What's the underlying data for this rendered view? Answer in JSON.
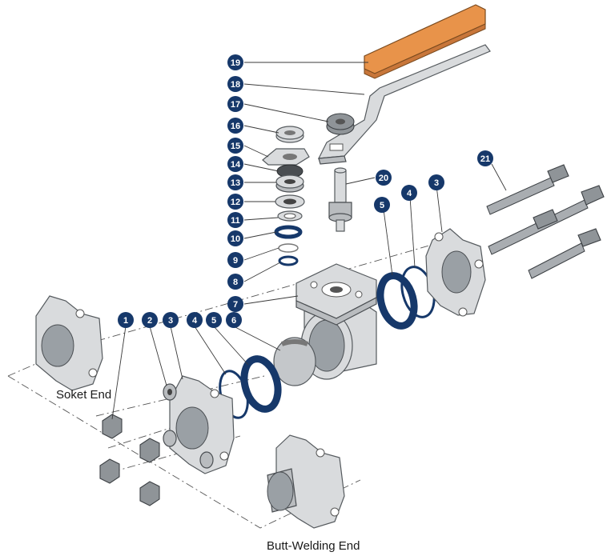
{
  "diagram": {
    "captions": {
      "socket_end": "Soket End",
      "butt_welding_end": "Butt-Welding End"
    },
    "callouts": [
      "1",
      "2",
      "3",
      "4",
      "5",
      "6",
      "7",
      "8",
      "9",
      "10",
      "11",
      "12",
      "13",
      "14",
      "15",
      "16",
      "17",
      "18",
      "19",
      "20",
      "21",
      "3",
      "4",
      "5"
    ],
    "colors": {
      "callout_fill": "#16386a",
      "handle_grip": "#e8934a",
      "seal_ring": "#16386a",
      "metal": "#d9dbdd"
    }
  }
}
